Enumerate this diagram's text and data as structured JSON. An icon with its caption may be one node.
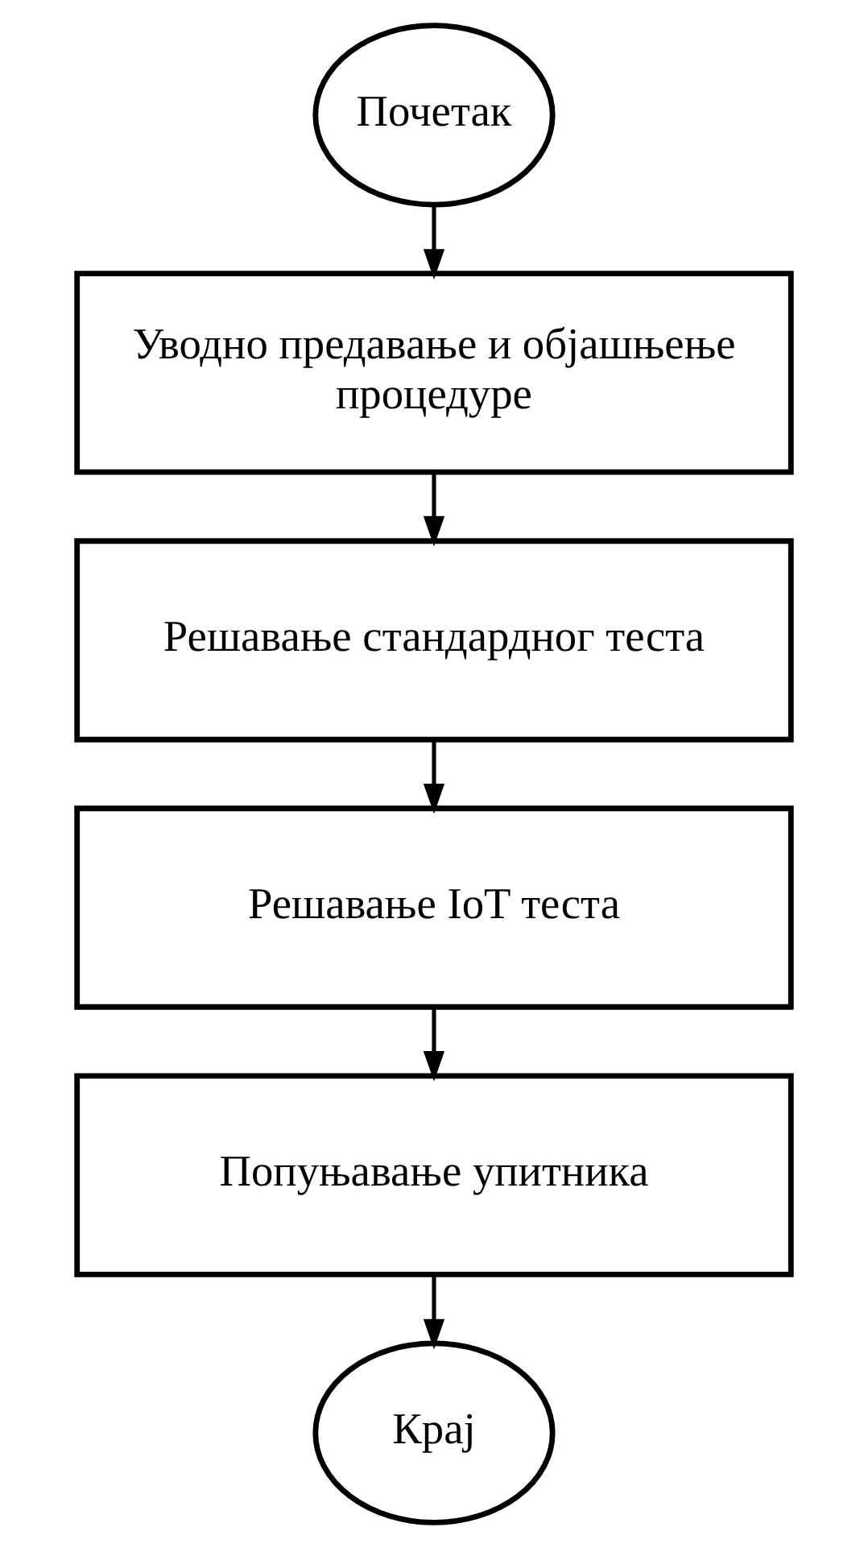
{
  "diagram": {
    "nodes": [
      {
        "text": [
          "Почетак"
        ]
      },
      {
        "text": [
          "Уводно предавање и објашњење процедуре"
        ]
      },
      {
        "text": [
          "Решавање стандардног теста"
        ]
      },
      {
        "text": [
          "Решавање IoT теста"
        ]
      },
      {
        "text": [
          "Попуњавање упитника"
        ]
      },
      {
        "text": [
          "Крај"
        ]
      }
    ],
    "edges": [
      {
        "from": 0,
        "to": 1,
        "arrow": "to"
      },
      {
        "from": 1,
        "to": 2,
        "arrow": "to"
      },
      {
        "from": 2,
        "to": 3,
        "arrow": "to"
      },
      {
        "from": 3,
        "to": 4,
        "arrow": "to"
      },
      {
        "from": 4,
        "to": 5,
        "arrow": "to"
      }
    ]
  }
}
